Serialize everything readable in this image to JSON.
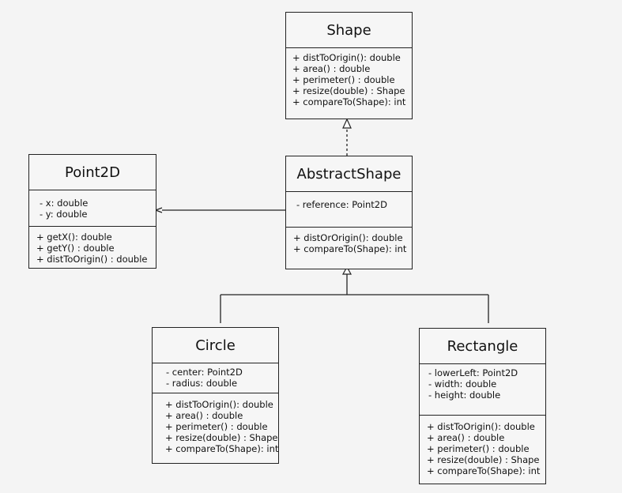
{
  "classes": {
    "shape": {
      "name": "Shape",
      "attributes": [],
      "methods": [
        "+ distToOrigin(): double",
        "+ area() : double",
        "+ perimeter() : double",
        "+ resize(double) : Shape",
        "+ compareTo(Shape): int"
      ]
    },
    "point2d": {
      "name": "Point2D",
      "attributes": [
        "- x: double",
        "- y: double"
      ],
      "methods": [
        "+ getX(): double",
        "+ getY() : double",
        "+ distToOrigin() : double"
      ]
    },
    "abstractshape": {
      "name": "AbstractShape",
      "attributes": [
        "- reference: Point2D"
      ],
      "methods": [
        "+ distOrOrigin(): double",
        "+ compareTo(Shape): int"
      ]
    },
    "circle": {
      "name": "Circle",
      "attributes": [
        "- center: Point2D",
        "- radius: double"
      ],
      "methods": [
        "+ distToOrigin(): double",
        "+ area() : double",
        "+ perimeter() : double",
        "+ resize(double) : Shape",
        "+ compareTo(Shape): int"
      ]
    },
    "rectangle": {
      "name": "Rectangle",
      "attributes": [
        "- lowerLeft: Point2D",
        "- width: double",
        "- height: double"
      ],
      "methods": [
        "+ distToOrigin(): double",
        "+ area() : double",
        "+ perimeter() : double",
        "+ resize(double) : Shape",
        "+ compareTo(Shape): int"
      ]
    }
  },
  "relations": [
    {
      "type": "realization",
      "from": "AbstractShape",
      "to": "Shape"
    },
    {
      "type": "association",
      "from": "AbstractShape",
      "to": "Point2D"
    },
    {
      "type": "generalization",
      "from": "Circle",
      "to": "AbstractShape"
    },
    {
      "type": "generalization",
      "from": "Rectangle",
      "to": "AbstractShape"
    }
  ],
  "colors": {
    "background": "#f4f4f4",
    "box_fill": "#f6f6f6",
    "stroke": "#222222"
  }
}
